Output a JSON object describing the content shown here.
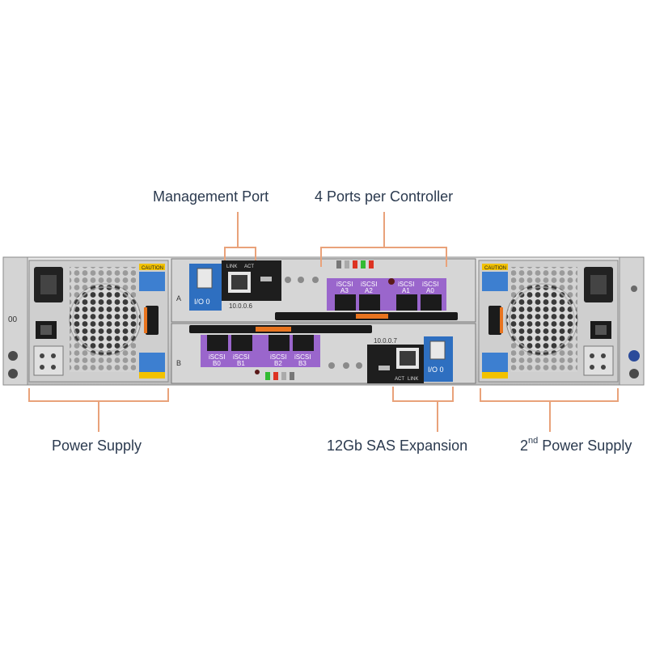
{
  "callouts": {
    "management_port": "Management Port",
    "ports_per_controller": "4 Ports per Controller",
    "power_supply": "Power Supply",
    "sas_expansion": "12Gb SAS Expansion",
    "second_power_supply_sup": "nd",
    "second_power_supply_num": "2",
    "second_power_supply_text": "Power Supply"
  },
  "controller_a": {
    "slot_letter": "A",
    "io_label": "I/O 0",
    "link_label": "LINK",
    "act_label": "ACT",
    "ip": "10.0.0.6",
    "ports": [
      {
        "top": "iSCSI",
        "bottom": "A3"
      },
      {
        "top": "iSCSI",
        "bottom": "A2"
      },
      {
        "top": "iSCSI",
        "bottom": "A1"
      },
      {
        "top": "iSCSI",
        "bottom": "A0"
      }
    ]
  },
  "controller_b": {
    "slot_letter": "B",
    "io_label": "I/O 0",
    "link_label": "LINK",
    "act_label": "ACT",
    "ip": "10.0.0.7",
    "ports": [
      {
        "top": "iSCSI",
        "bottom": "B0"
      },
      {
        "top": "iSCSI",
        "bottom": "B1"
      },
      {
        "top": "iSCSI",
        "bottom": "B2"
      },
      {
        "top": "iSCSI",
        "bottom": "B3"
      }
    ]
  },
  "left_psu": {
    "number": "00",
    "caution": "CAUTION"
  },
  "right_psu": {
    "caution": "CAUTION"
  },
  "colors": {
    "callout_line": "#e9a27a",
    "port_panel": "#9a66cc",
    "io_panel": "#2e6fc0",
    "chassis": "#c9c9c9",
    "handle": "#e8741f"
  }
}
